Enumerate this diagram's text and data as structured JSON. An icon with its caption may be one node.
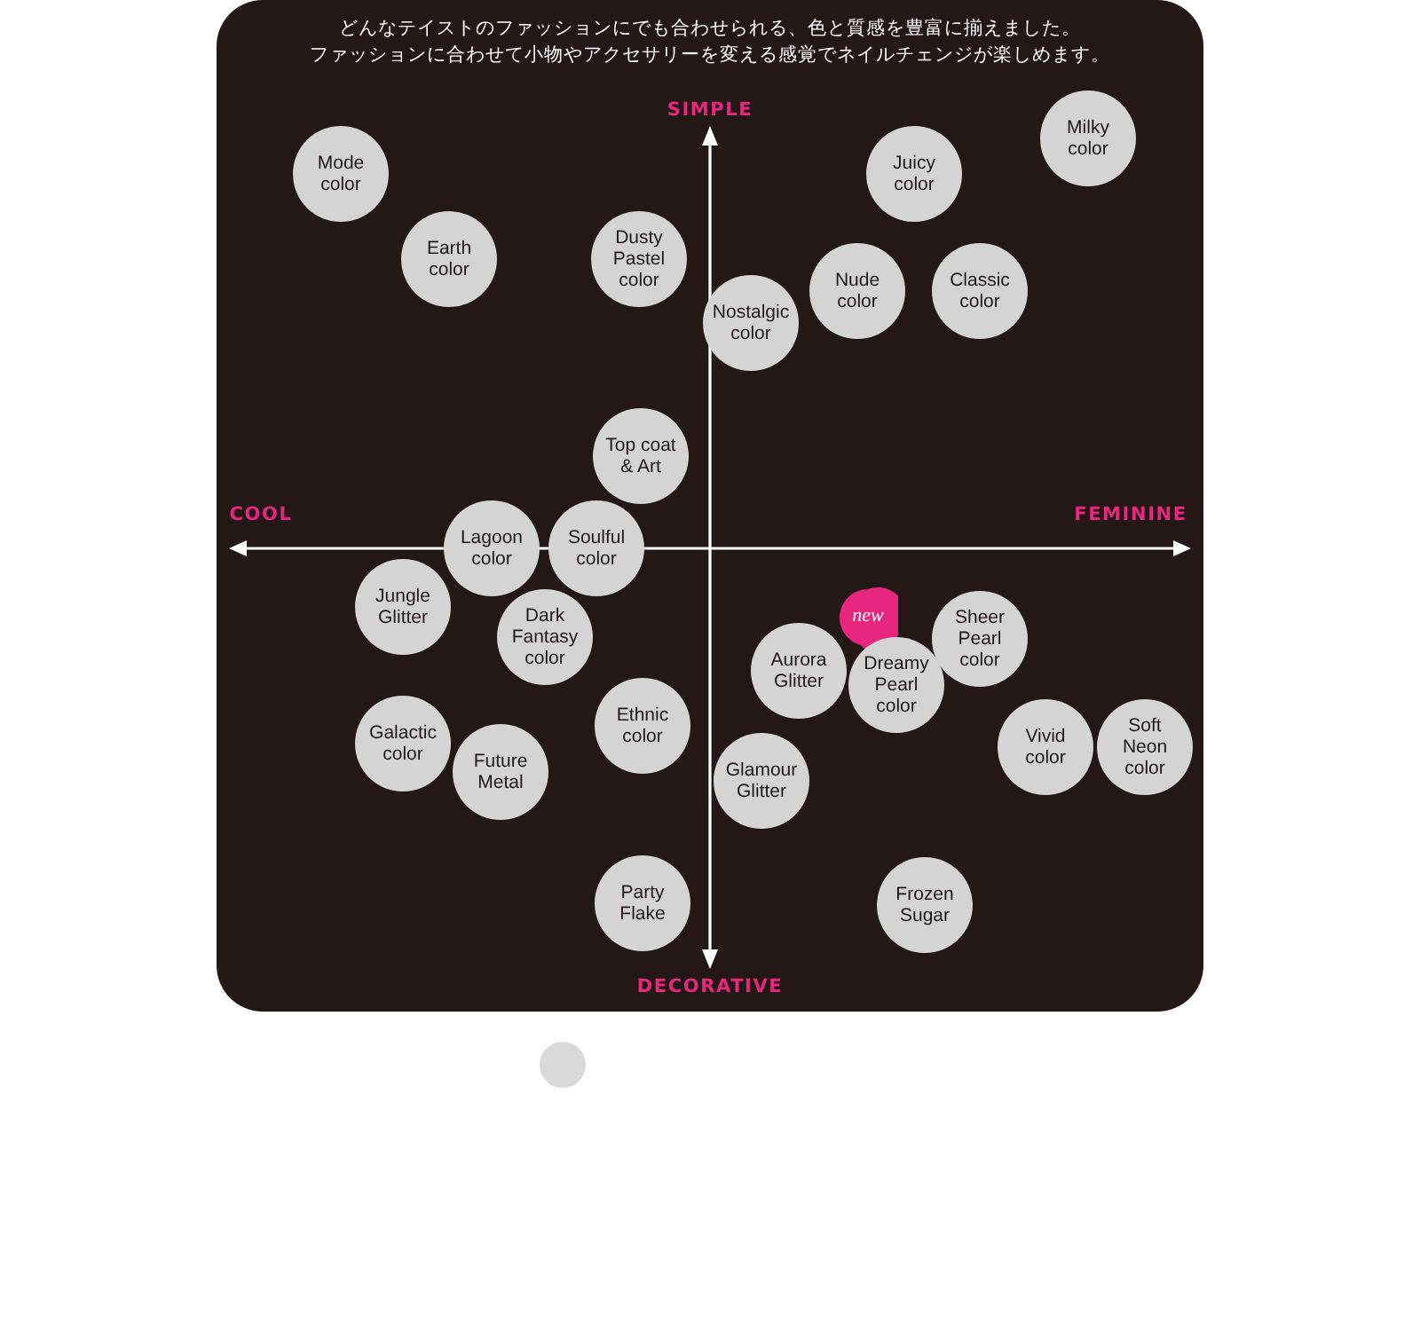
{
  "diagram": {
    "title": "どんなテイストのファッションにでも合わせられる、色と質感を豊富に揃えました。ファッションに合わせて小物やアクセサリーを変える感覚でネイルチェンジが楽しめます。",
    "nodes": [
      {
        "text": [
          "Mode color"
        ]
      },
      {
        "text": [
          "Juicy color"
        ]
      },
      {
        "text": [
          "Milky color"
        ]
      },
      {
        "text": [
          "Earth color"
        ]
      },
      {
        "text": [
          "Dusty Pastel color"
        ]
      },
      {
        "text": [
          "Nostalgic color"
        ]
      },
      {
        "text": [
          "Nude color"
        ]
      },
      {
        "text": [
          "Classic color"
        ]
      },
      {
        "text": [
          "Top coat & Art"
        ]
      },
      {
        "text": [
          "Lagoon color"
        ]
      },
      {
        "text": [
          "Soulful color"
        ]
      },
      {
        "text": [
          "Jungle Glitter"
        ]
      },
      {
        "text": [
          "Dark Fantasy color"
        ]
      },
      {
        "text": [
          "new"
        ]
      },
      {
        "text": [
          "Aurora Glitter"
        ]
      },
      {
        "text": [
          "Dreamy Pearl color"
        ]
      },
      {
        "text": [
          "Sheer Pearl color"
        ]
      },
      {
        "text": [
          "Galactic color"
        ]
      },
      {
        "text": [
          "Future Metal"
        ]
      },
      {
        "text": [
          "Ethnic color"
        ]
      },
      {
        "text": [
          "Glamour Glitter"
        ]
      },
      {
        "text": [
          "Vivid color"
        ]
      },
      {
        "text": [
          "Soft Neon color"
        ]
      },
      {
        "text": [
          "Party Flake"
        ]
      },
      {
        "text": [
          "Frozen Sugar"
        ]
      },
      {
        "text": [],
        "shape": "circle"
      }
    ],
    "labels": [
      "SIMPLE",
      "COOL",
      "FEMININE",
      "DECORATIVE"
    ]
  }
}
